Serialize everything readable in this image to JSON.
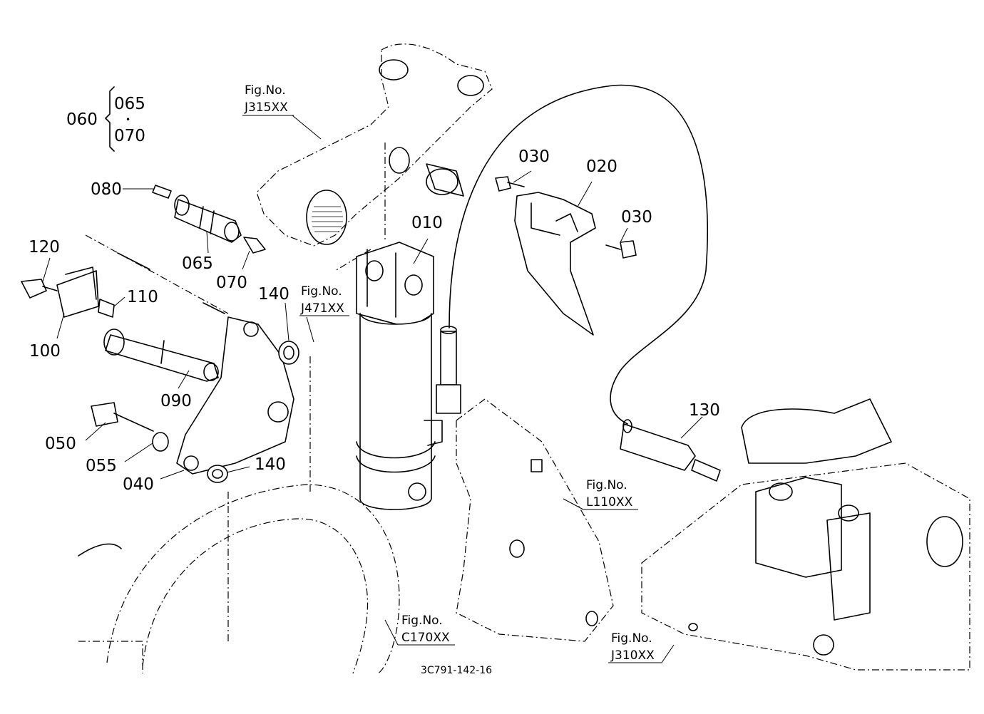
{
  "labels": {
    "p060": "060",
    "p065_group": "065",
    "p070_group": "070",
    "group_dot": "•",
    "p080": "080",
    "p065": "065",
    "p070": "070",
    "p010": "010",
    "p020": "020",
    "p030_top": "030",
    "p030_right": "030",
    "p120": "120",
    "p110": "110",
    "p100": "100",
    "p090": "090",
    "p140_top": "140",
    "p140_bottom": "140",
    "p050": "050",
    "p055": "055",
    "p040": "040",
    "p130": "130"
  },
  "figure_refs": {
    "j315": {
      "line1": "Fig.No.",
      "line2": "J315XX"
    },
    "j471": {
      "line1": "Fig.No.",
      "line2": "J471XX"
    },
    "l110": {
      "line1": "Fig.No.",
      "line2": "L110XX"
    },
    "c170": {
      "line1": "Fig.No.",
      "line2": "C170XX"
    },
    "j310": {
      "line1": "Fig.No.",
      "line2": "J310XX"
    }
  },
  "drawing_code": "3C791-142-16"
}
